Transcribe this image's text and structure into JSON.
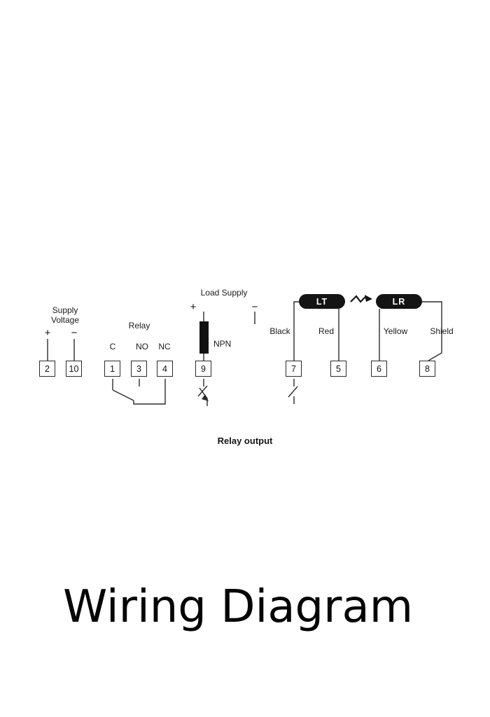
{
  "title": "Wiring Diagram",
  "caption": "Relay output",
  "supply": {
    "label1": "Supply",
    "label2": "Voltage",
    "plus": "+",
    "minus": "−"
  },
  "relay": {
    "label": "Relay",
    "c": "C",
    "no": "NO",
    "nc": "NC"
  },
  "load": {
    "label": "Load Supply",
    "plus": "+",
    "minus": "−",
    "npn": "NPN"
  },
  "sensors": {
    "transmitter": "LT",
    "receiver": "LR"
  },
  "wires": {
    "black": "Black",
    "red": "Red",
    "yellow": "Yellow",
    "shield": "Shield"
  },
  "terminals": {
    "supply_plus": "2",
    "supply_minus": "10",
    "relay_c": "1",
    "relay_no": "3",
    "relay_nc": "4",
    "npn_out": "9",
    "black": "7",
    "red": "5",
    "yellow": "6",
    "shield": "8"
  }
}
